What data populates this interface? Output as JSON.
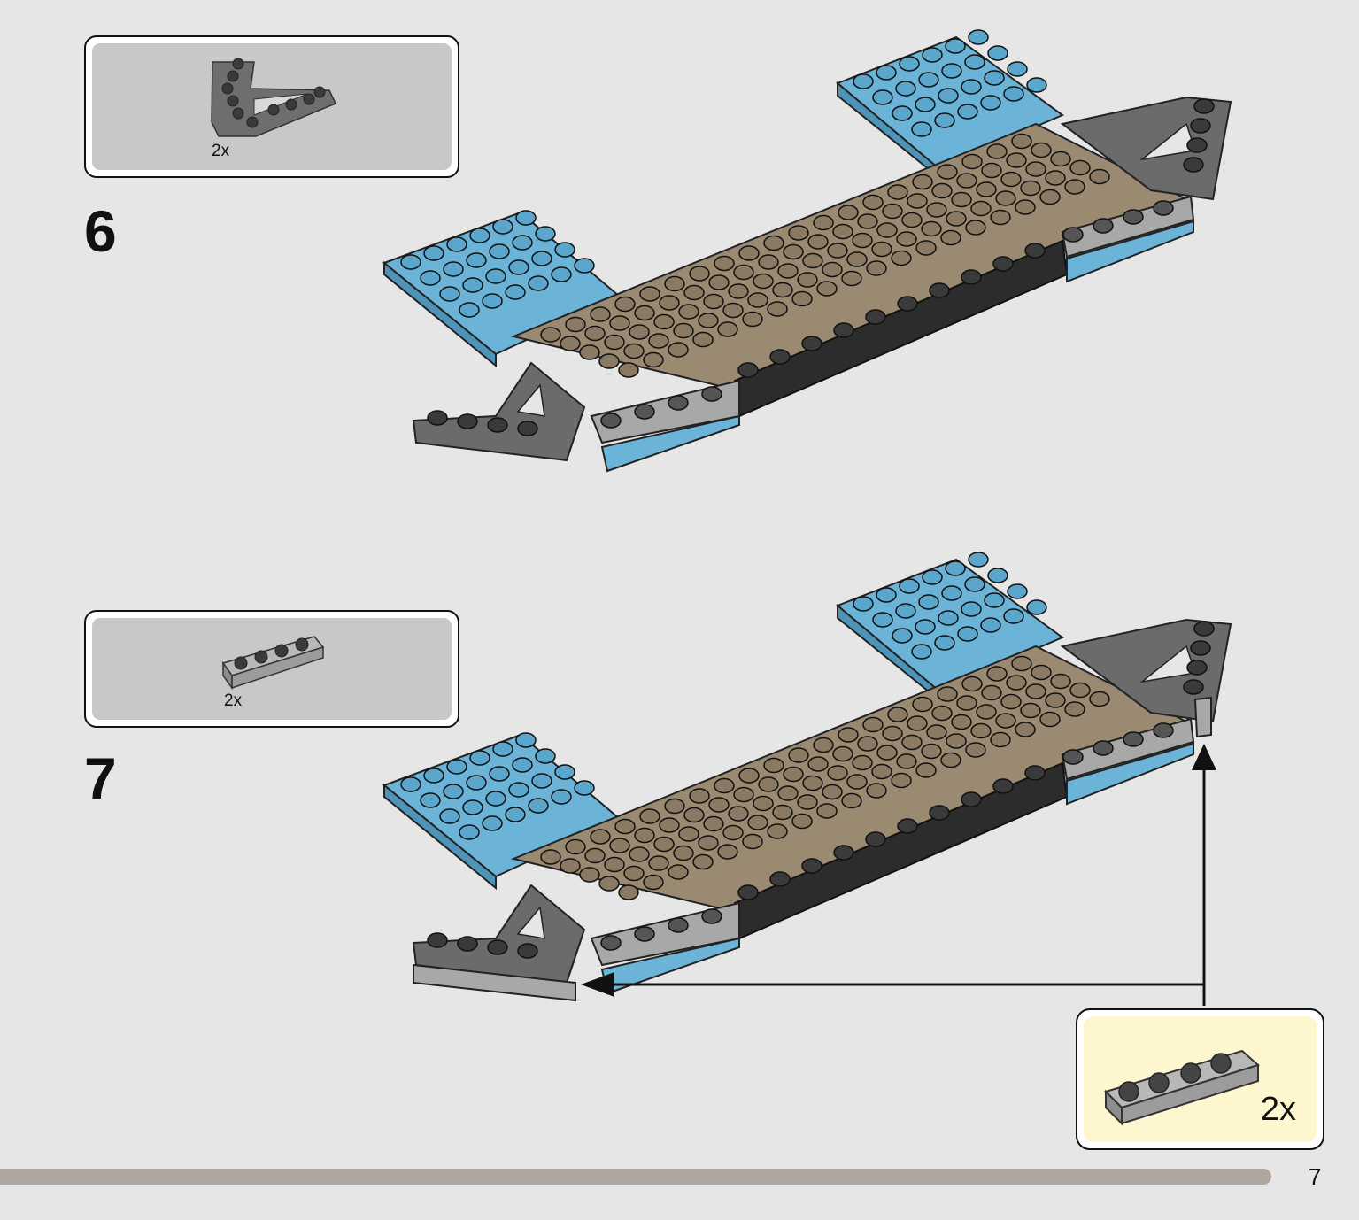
{
  "steps": [
    {
      "number": "6",
      "parts": [
        {
          "quantity": "2x",
          "part": "dark-bluish-gray-wedge-plate"
        }
      ]
    },
    {
      "number": "7",
      "parts": [
        {
          "quantity": "2x",
          "part": "light-bluish-gray-plate-1x4"
        }
      ],
      "callout": {
        "quantity": "2x",
        "part": "light-bluish-gray-plate-1x4"
      }
    }
  ],
  "colors": {
    "page_background": "#e6e6e6",
    "parts_box_fill": "#c8c8c8",
    "callout_fill": "#fdf6cf",
    "medium_azure": "#6bb4d8",
    "dark_tan": "#9b8a72",
    "dark_bluish_gray": "#6b6b6b",
    "black": "#2c2c2c",
    "light_bluish_gray": "#a8a8a8",
    "footer_bar": "#aea79f"
  },
  "footer": {
    "page_number": "7"
  }
}
